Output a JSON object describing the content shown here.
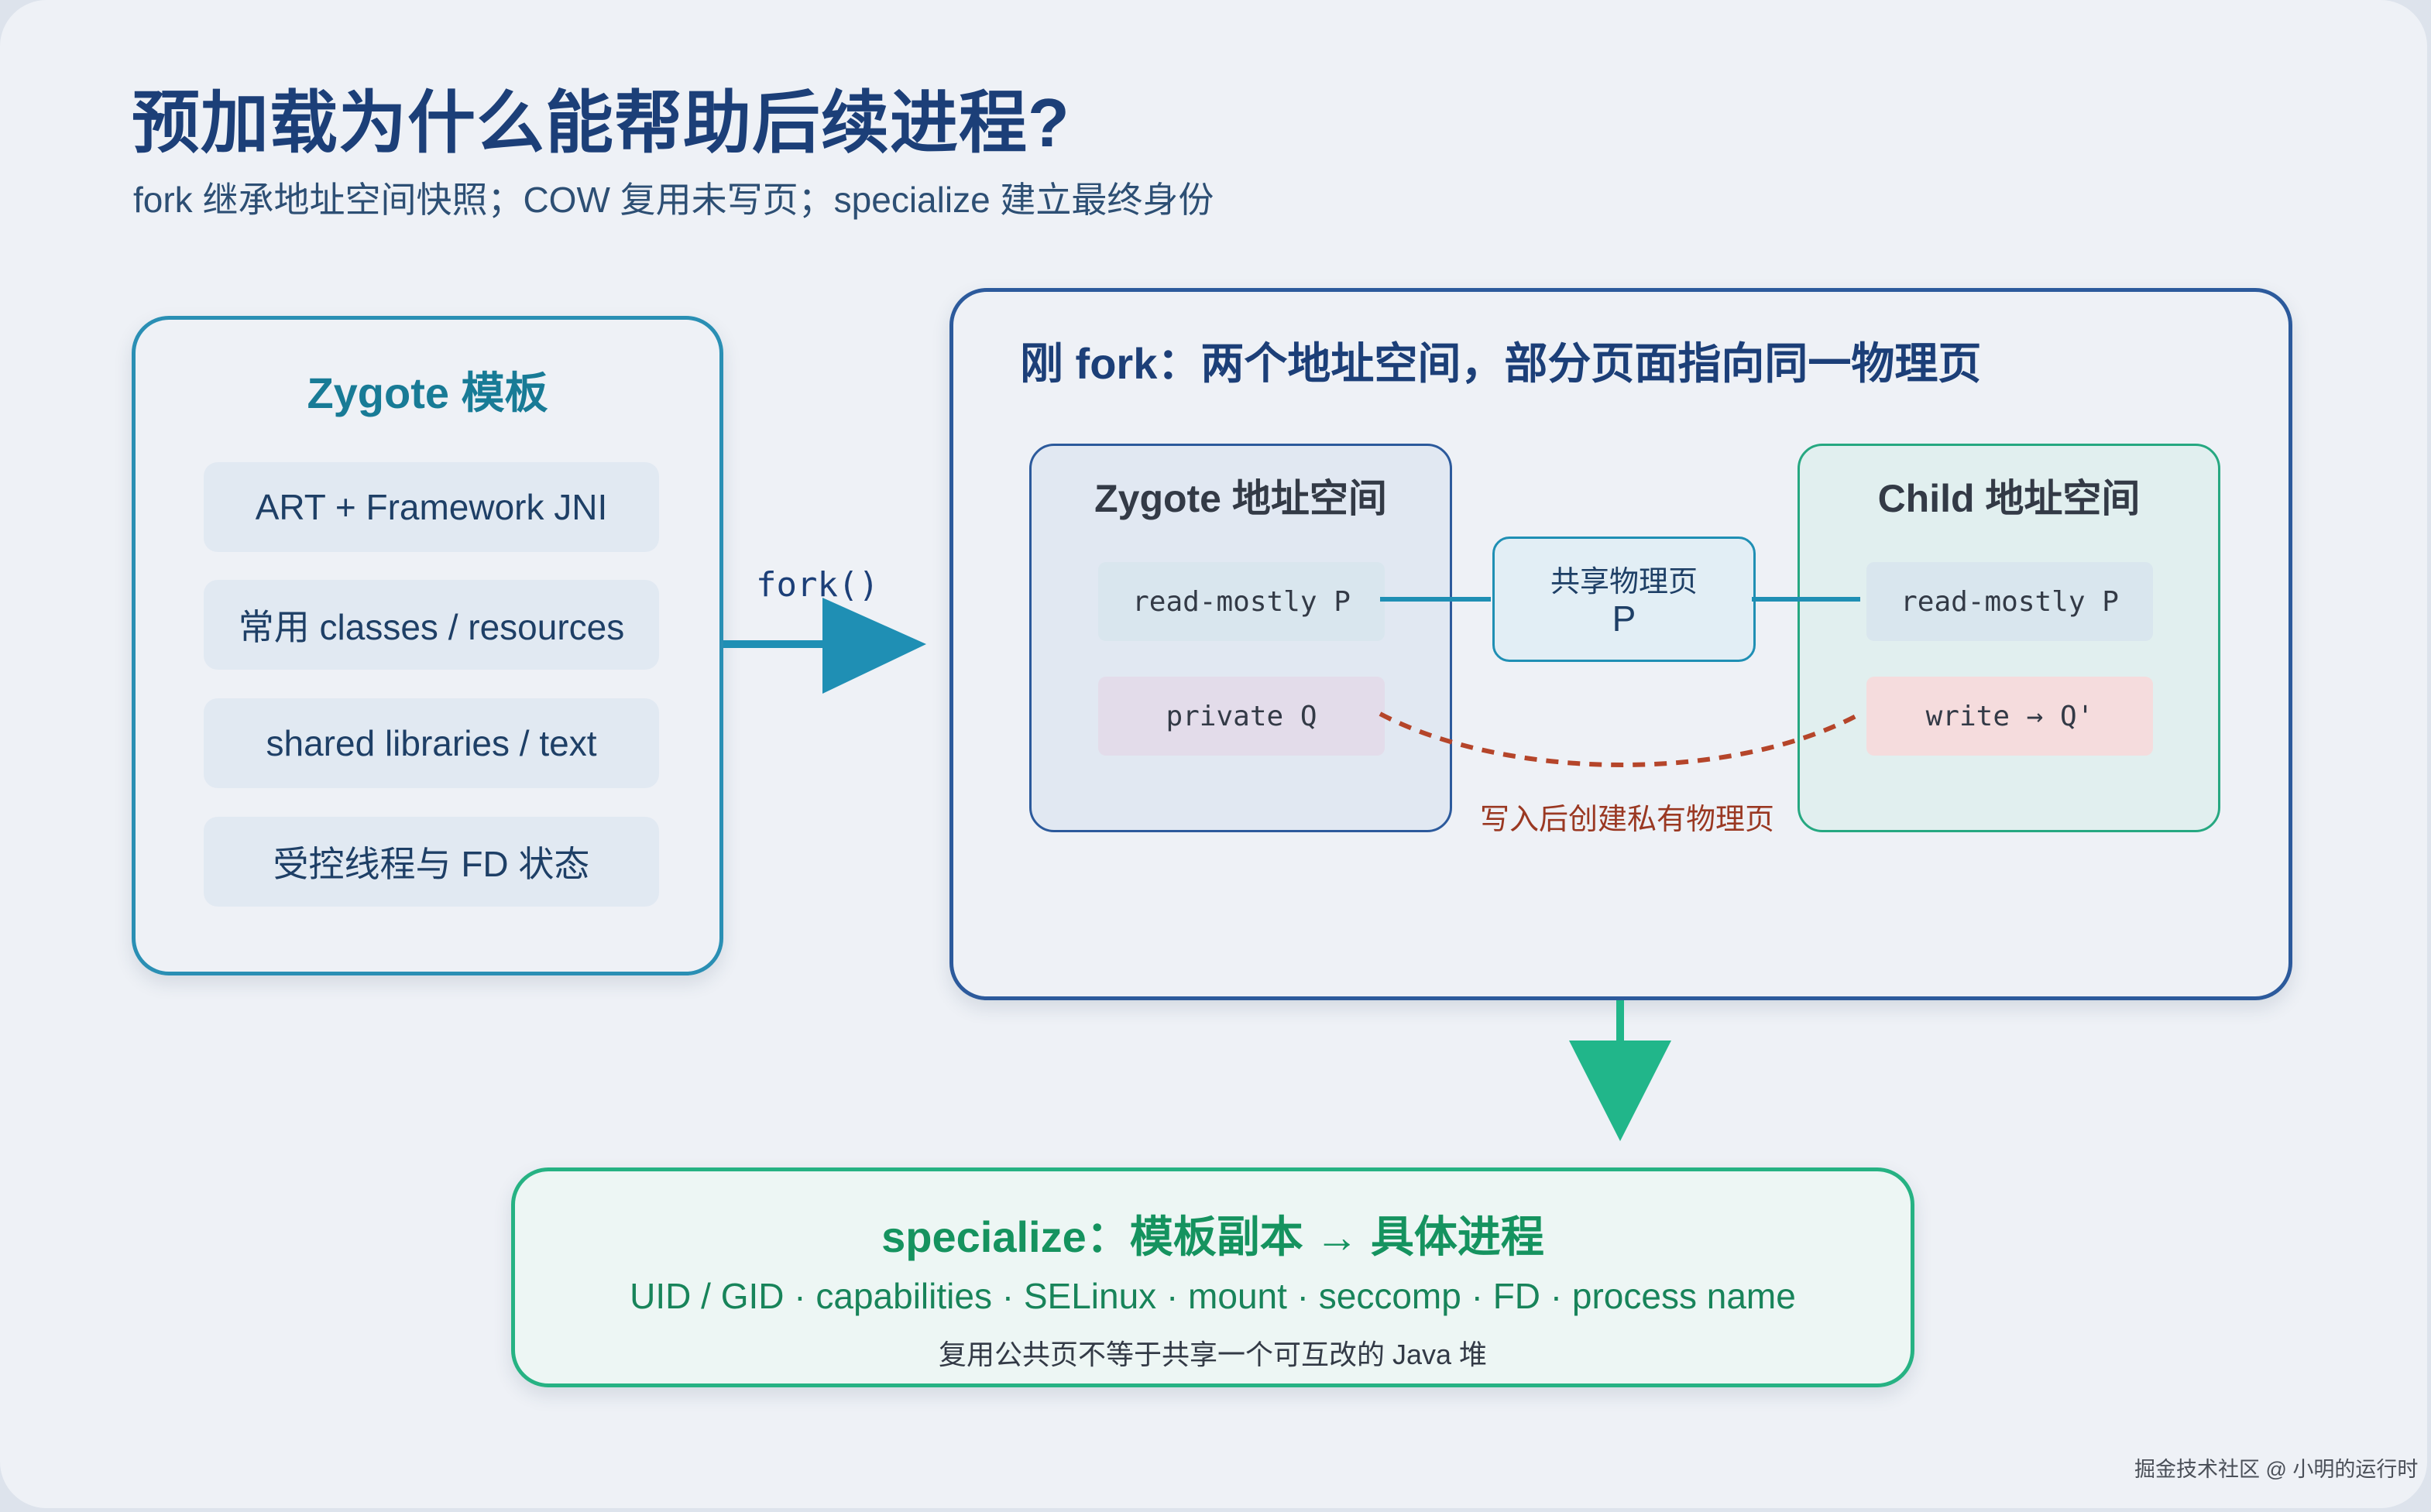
{
  "header": {
    "title": "预加载为什么能帮助后续进程?",
    "subtitle": "fork 继承地址空间快照；COW 复用未写页；specialize 建立最终身份"
  },
  "zygote_template": {
    "title": "Zygote 模板",
    "items": [
      "ART + Framework JNI",
      "常用 classes / resources",
      "shared libraries / text",
      "受控线程与 FD 状态"
    ]
  },
  "fork_arrow_label": "fork()",
  "after_fork": {
    "title": "刚 fork：两个地址空间，部分页面指向同一物理页",
    "zygote_space": {
      "title": "Zygote 地址空间",
      "shared_page": "read-mostly P",
      "private_page": "private Q"
    },
    "physical_page": {
      "label": "共享物理页",
      "name": "P"
    },
    "child_space": {
      "title": "Child 地址空间",
      "shared_page": "read-mostly P",
      "written_page": "write → Q'"
    },
    "write_note": "写入后创建私有物理页"
  },
  "specialize": {
    "title": "specialize：模板副本 → 具体进程",
    "items": "UID / GID · capabilities · SELinux · mount · seccomp · FD · process name",
    "note": "复用公共页不等于共享一个可互改的 Java 堆"
  },
  "watermark": "掘金技术社区 @ 小明的运行时",
  "colors": {
    "title": "#1c3f78",
    "zygote_border": "#2a8fb4",
    "fork_border": "#2c5a9c",
    "child_border": "#26a881",
    "arrow_fork": "#1f8fb4",
    "arrow_specialize": "#21b68a",
    "cow_curve": "#b5452a"
  }
}
